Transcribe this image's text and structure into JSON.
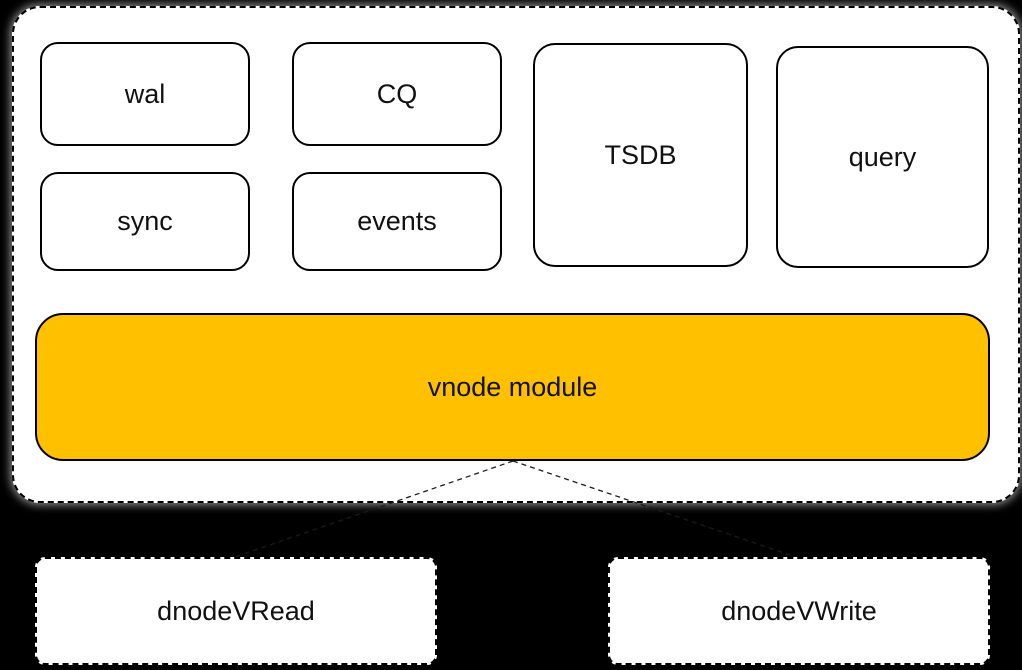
{
  "diagram": {
    "colors": {
      "background": "#000000",
      "container_fill": "#ffffff",
      "vnode_fill": "#ffc000",
      "box_border": "#000000"
    },
    "vnode_container": {
      "modules": [
        {
          "label": "wal"
        },
        {
          "label": "CQ"
        },
        {
          "label": "TSDB"
        },
        {
          "label": "query"
        },
        {
          "label": "sync"
        },
        {
          "label": "events"
        }
      ],
      "vnode_module": {
        "label": "vnode module"
      }
    },
    "dnode_boxes": [
      {
        "label": "dnodeVRead"
      },
      {
        "label": "dnodeVWrite"
      }
    ]
  }
}
